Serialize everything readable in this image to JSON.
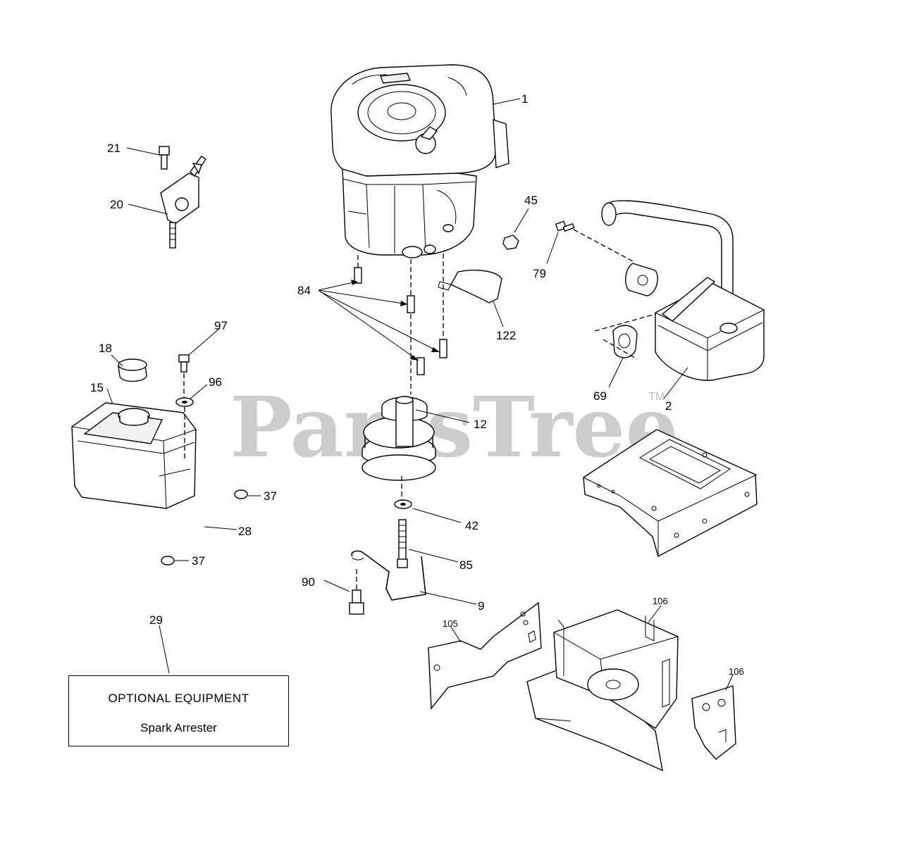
{
  "watermark": {
    "text": "PartsTree",
    "trademark": "TM"
  },
  "optional_box": {
    "callout": "29",
    "title": "OPTIONAL EQUIPMENT",
    "item": "Spark Arrester"
  },
  "callouts": [
    {
      "id": "p1",
      "label": "1"
    },
    {
      "id": "p2",
      "label": "2"
    },
    {
      "id": "p9",
      "label": "9"
    },
    {
      "id": "p12",
      "label": "12"
    },
    {
      "id": "p15",
      "label": "15"
    },
    {
      "id": "p18",
      "label": "18"
    },
    {
      "id": "p20",
      "label": "20"
    },
    {
      "id": "p21",
      "label": "21"
    },
    {
      "id": "p28",
      "label": "28"
    },
    {
      "id": "p37a",
      "label": "37"
    },
    {
      "id": "p37b",
      "label": "37"
    },
    {
      "id": "p42",
      "label": "42"
    },
    {
      "id": "p45",
      "label": "45"
    },
    {
      "id": "p69",
      "label": "69"
    },
    {
      "id": "p79",
      "label": "79"
    },
    {
      "id": "p84",
      "label": "84"
    },
    {
      "id": "p85",
      "label": "85"
    },
    {
      "id": "p90",
      "label": "90"
    },
    {
      "id": "p96",
      "label": "96"
    },
    {
      "id": "p97",
      "label": "97"
    },
    {
      "id": "p105",
      "label": "105"
    },
    {
      "id": "p106a",
      "label": "106"
    },
    {
      "id": "p106b",
      "label": "106"
    },
    {
      "id": "p122",
      "label": "122"
    }
  ]
}
